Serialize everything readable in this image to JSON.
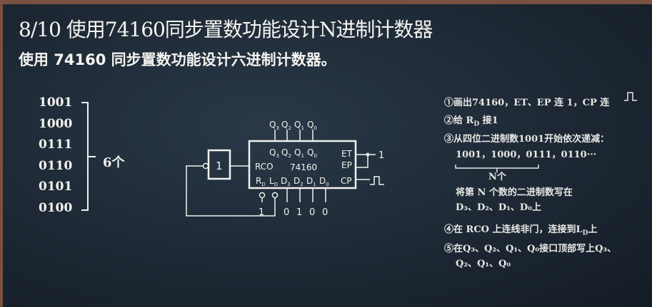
{
  "slide": {
    "title": "8/10 使用74160同步置数功能设计N进制计数器",
    "subtitle": "使用 74160 同步置数功能设计六进制计数器。"
  },
  "sequence": {
    "codes": [
      "1001",
      "1000",
      "0111",
      "0110",
      "0101",
      "0100"
    ],
    "brace_label": "6个"
  },
  "circuit": {
    "chip_name": "74160",
    "not_gate_label": "1",
    "top_outputs": [
      "Q3",
      "Q2",
      "Q1",
      "Q0"
    ],
    "inner_outputs": [
      "Q3",
      "Q2",
      "Q1",
      "Q0"
    ],
    "left_pin": "RCO",
    "bottom_pins": [
      "RD",
      "LD",
      "D3",
      "D2",
      "D1",
      "D0"
    ],
    "right_pins": [
      "ET",
      "EP",
      "CP"
    ],
    "rd_value": "1",
    "data_values": [
      "0",
      "1",
      "0",
      "0"
    ],
    "et_ep_value": "1"
  },
  "steps": {
    "s1": "①画出74160，ET、EP 连 1，CP 连",
    "s2_a": "②给 R",
    "s2_sub": "D",
    "s2_b": " 接1",
    "s3": "③从四位二进制数1001开始依次递减：",
    "s3_seq": "1001，1000，0111，0110···",
    "s3_brace": "N个",
    "s3_line1": "将第 N 个数的二进制数写在",
    "s3_line2": "D₃、D₂、D₁、D₀上",
    "s4_a": "④在 RCO 上连线非门，连接到L",
    "s4_sub": "D",
    "s4_b": "上",
    "s5_line1": "⑤在Q₃、Q₂、Q₁、Q₀接口顶部写上Q₃、",
    "s5_line2": "Q₂、Q₁、Q₀"
  }
}
